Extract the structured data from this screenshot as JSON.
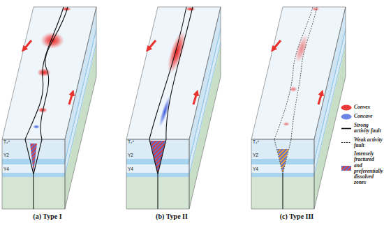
{
  "diagram": {
    "labels": [
      "T₇⁴",
      "Y2",
      "Y4",
      "(a) Type I",
      "T₇⁴",
      "Y2",
      "Y4",
      "(b) Type II",
      "T₇⁴",
      "Y2",
      "Y4",
      "(c) Type III"
    ],
    "legend": [
      {
        "text": "Convex",
        "color": "#ec3a3a"
      },
      {
        "text": "Concave",
        "color": "#6f86e6"
      },
      {
        "text": "Strong activity fault"
      },
      {
        "text": "Weak activity fault"
      },
      {
        "text": "Intensely fractured and preferentially dissolved zones"
      }
    ]
  }
}
